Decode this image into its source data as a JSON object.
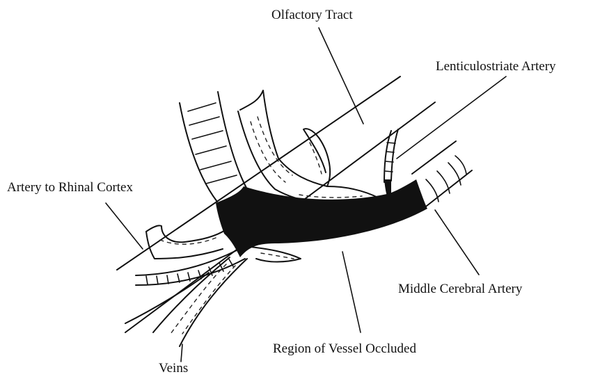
{
  "labels": {
    "olfactory_tract": "Olfactory Tract",
    "lenticulostriate_artery": "Lenticulostriate Artery",
    "artery_to_rhinal_cortex": "Artery to Rhinal Cortex",
    "middle_cerebral_artery": "Middle Cerebral Artery",
    "region_of_vessel_occluded": "Region of Vessel Occluded",
    "veins": "Veins"
  }
}
